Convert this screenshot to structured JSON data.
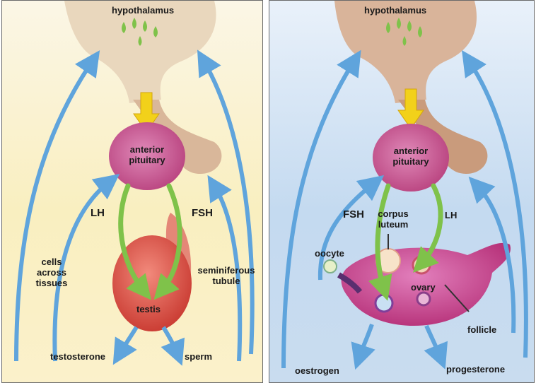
{
  "male_panel": {
    "hypothalamus": "hypothalamus",
    "anterior_pituitary": "anterior pituitary",
    "lh": "LH",
    "fsh": "FSH",
    "cells": "cells across tissues",
    "seminiferous": "seminiferous tubule",
    "testis": "testis",
    "testosterone": "testosterone",
    "sperm": "sperm"
  },
  "female_panel": {
    "hypothalamus": "hypothalamus",
    "anterior_pituitary": "anterior pituitary",
    "fsh": "FSH",
    "corpus_luteum": "corpus luteum",
    "lh": "LH",
    "oocyte": "oocyte",
    "ovary": "ovary",
    "follicle": "follicle",
    "oestrogen": "oestrogen",
    "progesterone": "progesterone"
  },
  "colors": {
    "feedback_arrow": "#5fa4dc",
    "hormone_arrow": "#7fc24a",
    "release_arrow": "#f2d11a",
    "pituitary": "#c24b8c",
    "testis": "#e0504a",
    "ovary": "#d0408a"
  }
}
